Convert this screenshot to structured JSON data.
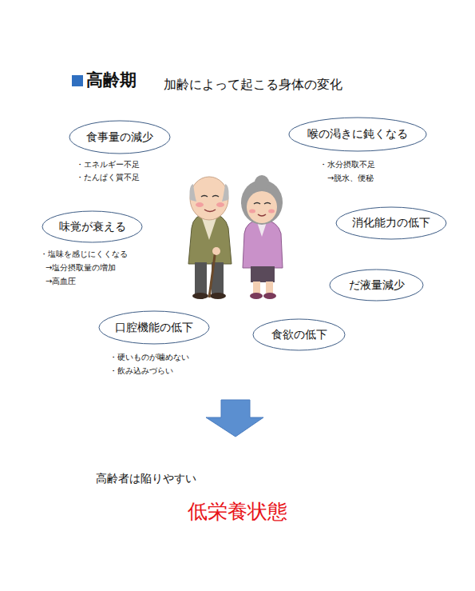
{
  "diagram": {
    "title": "高齢期",
    "nodes": [
      {
        "text": [
          "食事量の減少"
        ]
      },
      {
        "text": [
          "喉の渇きに鈍くなる"
        ]
      },
      {
        "text": [
          "味覚が衰える"
        ]
      },
      {
        "text": [
          "消化能力の低下"
        ]
      },
      {
        "text": [
          "だ液量減少"
        ]
      },
      {
        "text": [
          "口腔機能の低下"
        ]
      },
      {
        "text": [
          "食欲の低下"
        ]
      }
    ],
    "labels": [
      "加齢によって起こる身体の変化",
      "・エネルギー不足",
      "・たんぱく質不足",
      "・水分摂取不足",
      "→脱水、便秘",
      "・塩味を感じにくくなる",
      "→塩分摂取量の増加",
      "→高血圧",
      "・硬いものが噛めない",
      "・飲み込みづらい",
      "高齢者は陥りやすい",
      "低栄養状態"
    ]
  }
}
